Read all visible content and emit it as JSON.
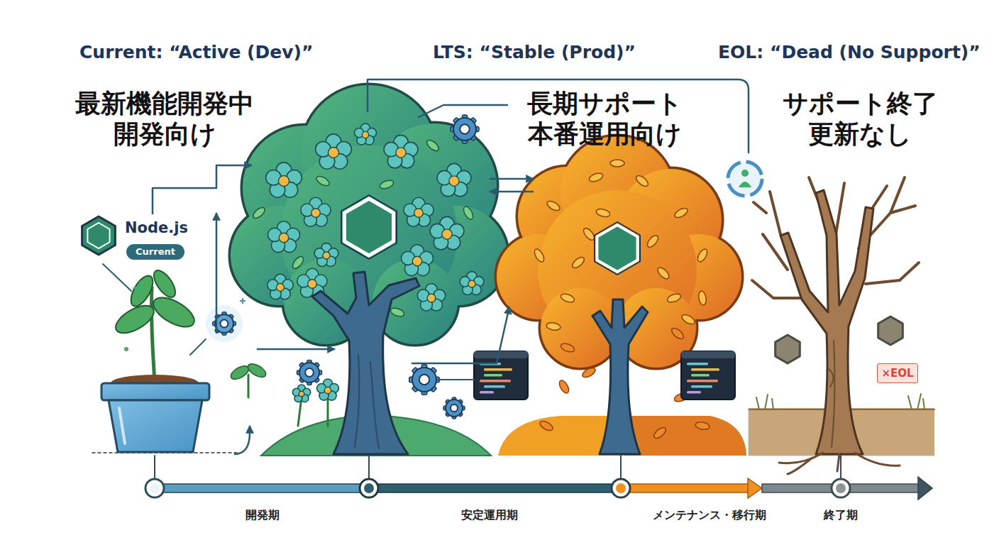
{
  "diagram": {
    "nodes": [
      {
        "text": [
          "Node.js"
        ]
      },
      {
        "text": [
          "Current"
        ],
        "in": 0
      },
      {
        "text": [
          "×EOL"
        ]
      }
    ],
    "labels": [
      "Current: “Active (Dev)”",
      "最新機能開発中 開発向け",
      "LTS: “Stable (Prod)”",
      "長期サポート 本番運用向け",
      "EOL: “Dead (No Support)”",
      "サポート終了 更新なし",
      "開発期",
      "安定運用期",
      "メンテナンス・移行期",
      "終了期"
    ]
  }
}
